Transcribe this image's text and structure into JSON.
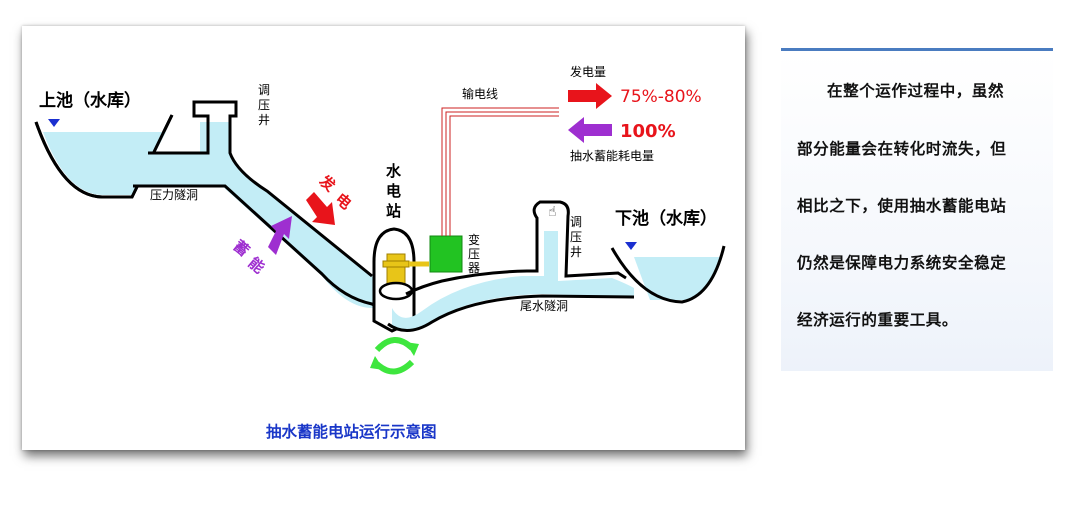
{
  "diagram": {
    "upper_reservoir": "上池（水库）",
    "lower_reservoir": "下池（水库）",
    "surge_shaft_left": [
      "调",
      "压",
      "井"
    ],
    "surge_shaft_right": [
      "调",
      "压",
      "井"
    ],
    "pressure_tunnel": "压力隧洞",
    "tailrace_tunnel": "尾水隧洞",
    "transmission_line": "输电线",
    "power_station": [
      "水",
      "电",
      "站"
    ],
    "transformer": [
      "变",
      "压",
      "器"
    ],
    "generate": [
      "发",
      "电"
    ],
    "store": [
      "蓄",
      "能"
    ],
    "output_label": "发电量",
    "output_value": "75%-80%",
    "consumption_value": "100%",
    "consumption_label": "抽水蓄能耗电量",
    "caption": "抽水蓄能电站运行示意图",
    "colors": {
      "water": "#c3edf6",
      "outline": "#000000",
      "red": "#e8141b",
      "purple": "#9e2fd0",
      "green_box": "#22c322",
      "green_cycle": "#3ee63e",
      "generator": "#e8c518",
      "caption": "#1a37c8",
      "line": "#cc2222"
    }
  },
  "panel": {
    "lines": [
      "在整个运作过程中，虽然",
      "部分能量会在转化时流失，但",
      "相比之下，使用抽水蓄能电站",
      "仍然是保障电力系统安全稳定",
      "经济运行的重要工具。"
    ],
    "accent_color": "#4a7cc0"
  }
}
